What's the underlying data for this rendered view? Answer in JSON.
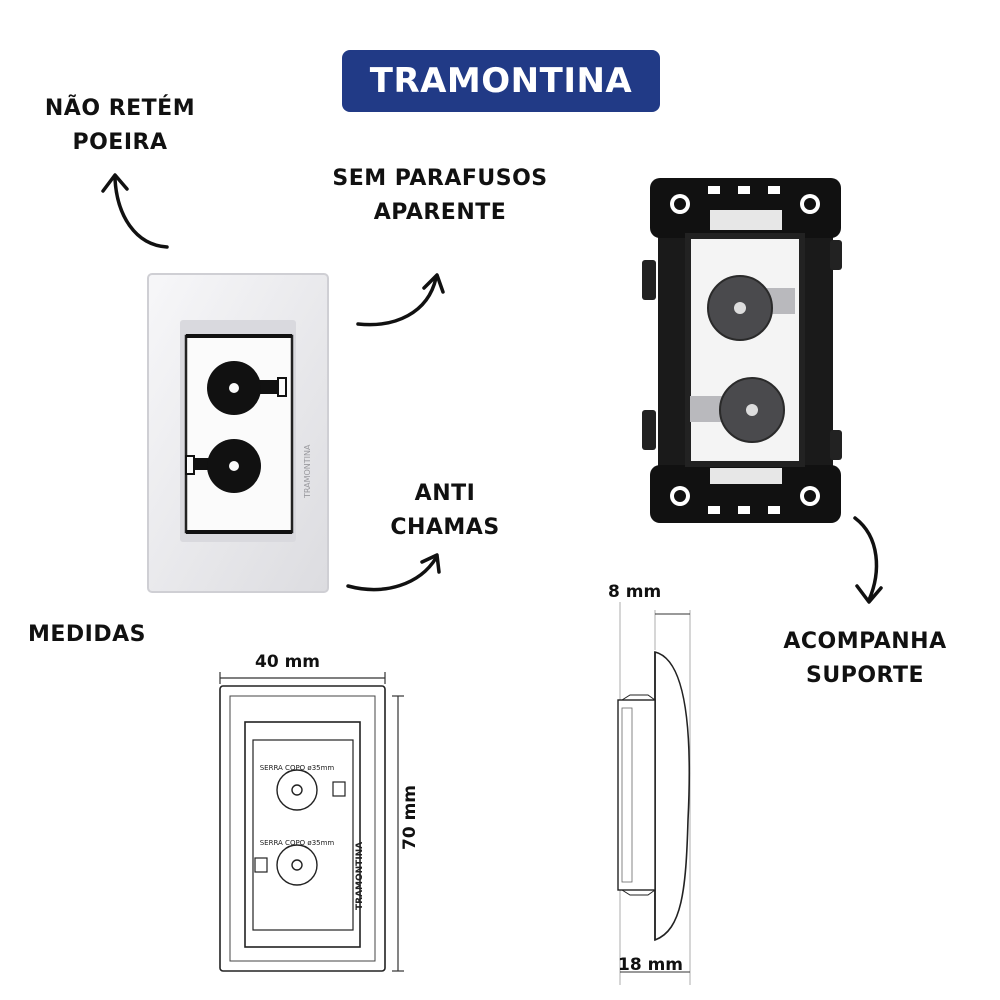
{
  "brand": {
    "name": "TRAMONTINA",
    "color": "#213a86"
  },
  "features": {
    "dust": [
      "NÃO RETÉM",
      "POEIRA"
    ],
    "screws": [
      "SEM PARAFUSOS",
      "APARENTE"
    ],
    "flame": [
      "ANTI",
      "CHAMAS"
    ],
    "support": [
      "ACOMPANHA",
      "SUPORTE"
    ]
  },
  "measures": {
    "title": "MEDIDAS",
    "width": "40 mm",
    "height": "70 mm",
    "depth_top": "8 mm",
    "depth_bottom": "18 mm"
  },
  "product_marks": {
    "plate_brand": "TRAMONTINA",
    "connector_text": "SERRA COPO ø35mm"
  }
}
